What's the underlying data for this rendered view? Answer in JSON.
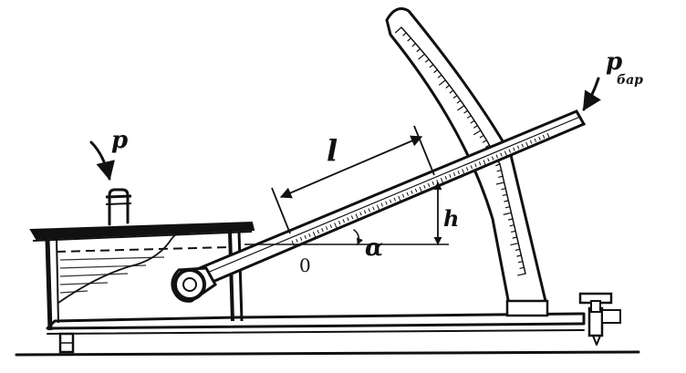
{
  "labels": {
    "p": "p",
    "p_bar_main": "p",
    "p_bar_sub": "бар",
    "l": "l",
    "h": "h",
    "alpha": "α",
    "zero": "0"
  },
  "colors": {
    "ink": "#111111",
    "paper": "#ffffff",
    "liquid_hatch": "#333333"
  }
}
